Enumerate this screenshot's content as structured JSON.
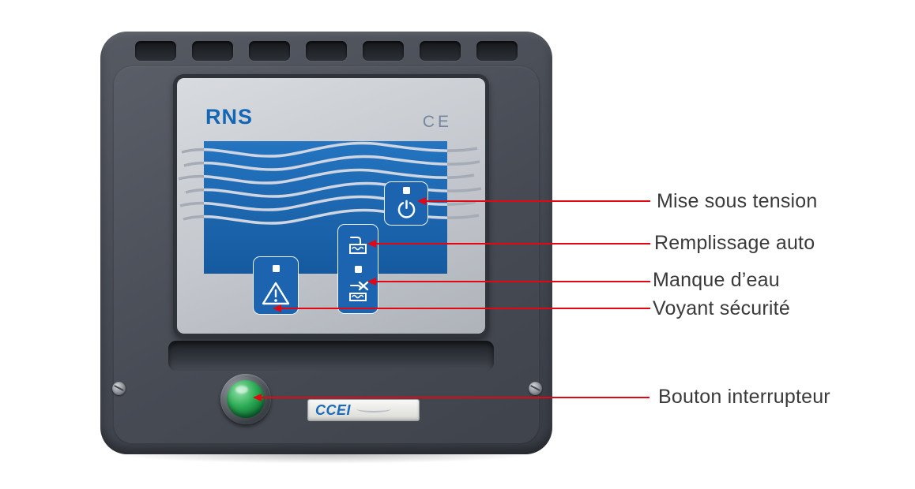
{
  "device": {
    "model": "RNS",
    "ce_mark": "CE",
    "brand": "CCEI",
    "indicators": [
      {
        "id": "power",
        "icon": "power-icon"
      },
      {
        "id": "auto-fill",
        "icon": "water-fill-icon"
      },
      {
        "id": "no-water",
        "icon": "water-crossed-icon"
      },
      {
        "id": "safety",
        "icon": "warning-triangle-icon"
      }
    ]
  },
  "annotations": [
    {
      "label": "Mise sous tension"
    },
    {
      "label": "Remplissage auto"
    },
    {
      "label": "Manque d’eau"
    },
    {
      "label": "Voyant sécurité"
    },
    {
      "label": "Bouton interrupteur"
    }
  ],
  "colors": {
    "callout": "#e30613",
    "label_text": "#3a3a3a",
    "panel_blue": "#1b64b5",
    "body_gray": "#474b54",
    "screen_gray": "#c6cacf",
    "button_green": "#2aa24f"
  }
}
